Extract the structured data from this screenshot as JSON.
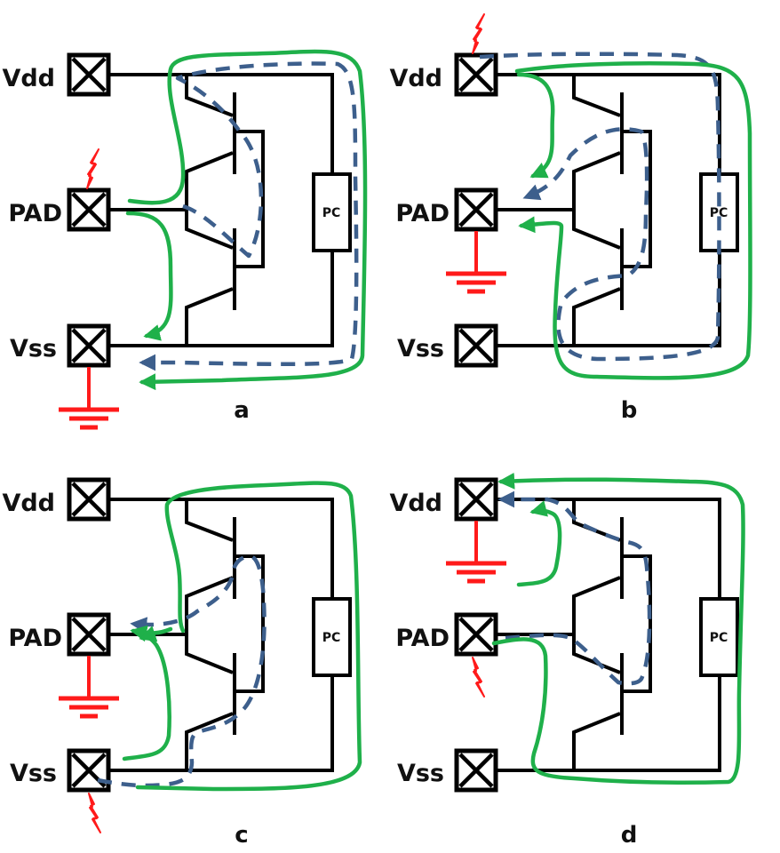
{
  "diagram": {
    "description": "ESD discharge current paths through a pad protection circuit (SCR-style stacked bipolar transistors with power clamp) in four stress modes",
    "colors": {
      "wire": "#000000",
      "green_path": "#1fb04a",
      "blue_dashed_path": "#3d5f8c",
      "esd_zap_and_ground": "#ff1a1a"
    },
    "pad_labels": {
      "vdd": "Vdd",
      "pad": "PAD",
      "vss": "Vss"
    },
    "clamp_label": "PC",
    "panels": [
      {
        "id": "a",
        "caption": "a",
        "zap_on": "PAD",
        "ground_on": "Vss",
        "green_paths": [
          "PAD -> Vss via lower transistor",
          "PAD -> Vdd -> PC -> Vss"
        ],
        "blue_path": "PAD -> upper transistor -> Vdd rail -> PC -> Vss"
      },
      {
        "id": "b",
        "caption": "b",
        "zap_on": "Vdd",
        "ground_on": "PAD",
        "green_paths": [
          "Vdd -> PAD via upper transistor",
          "Vdd -> PC -> Vss -> PAD via lower transistor"
        ],
        "blue_path": "Vdd -> PC -> Vss -> lower transistor -> PAD"
      },
      {
        "id": "c",
        "caption": "c",
        "zap_on": "Vss",
        "ground_on": "PAD",
        "green_paths": [
          "Vss -> PAD via lower transistor",
          "Vss -> PC -> Vdd -> PAD via upper transistor"
        ],
        "blue_path": "Vss -> lower transistor -> PAD"
      },
      {
        "id": "d",
        "caption": "d",
        "zap_on": "PAD",
        "ground_on": "Vdd",
        "green_paths": [
          "PAD -> Vdd via upper transistor",
          "PAD -> Vss -> PC -> Vdd"
        ],
        "blue_path": "PAD -> lower transistor -> upper transistor -> Vdd"
      }
    ]
  }
}
